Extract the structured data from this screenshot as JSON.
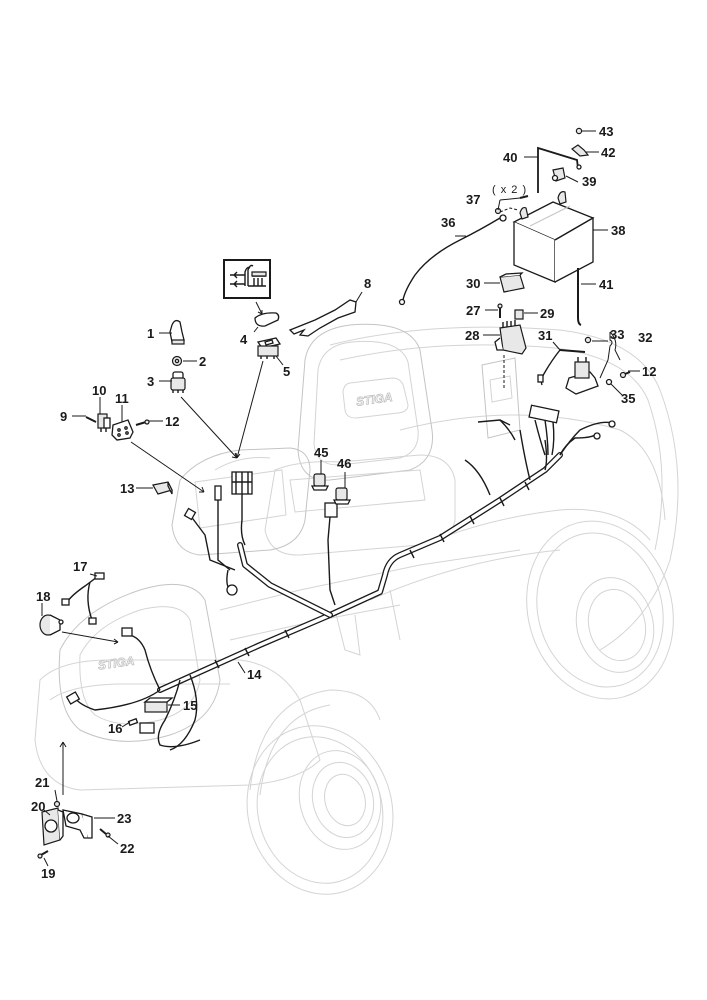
{
  "diagram": {
    "title": "Electrical system exploded view",
    "brand_mark": "STIGA",
    "colors": {
      "ink": "#1a1a1a",
      "outline": "#d4d4d4",
      "background": "#ffffff"
    },
    "quantity_note": "( x 2 )",
    "callouts": [
      {
        "id": "1",
        "label": "1",
        "part": "ignition-switch"
      },
      {
        "id": "2",
        "label": "2",
        "part": "nut"
      },
      {
        "id": "3",
        "label": "3",
        "part": "switch"
      },
      {
        "id": "4",
        "label": "4",
        "part": "switch-cover"
      },
      {
        "id": "5",
        "label": "5",
        "part": "rocker-switch"
      },
      {
        "id": "8",
        "label": "8",
        "part": "key"
      },
      {
        "id": "9",
        "label": "9",
        "part": "screw"
      },
      {
        "id": "10",
        "label": "10",
        "part": "micro-switch"
      },
      {
        "id": "11",
        "label": "11",
        "part": "bracket"
      },
      {
        "id": "12a",
        "label": "12",
        "part": "screw"
      },
      {
        "id": "12b",
        "label": "12",
        "part": "screw"
      },
      {
        "id": "13",
        "label": "13",
        "part": "connector"
      },
      {
        "id": "14",
        "label": "14",
        "part": "wiring-harness"
      },
      {
        "id": "15",
        "label": "15",
        "part": "relay"
      },
      {
        "id": "16",
        "label": "16",
        "part": "fuse"
      },
      {
        "id": "17",
        "label": "17",
        "part": "headlight-cable"
      },
      {
        "id": "18",
        "label": "18",
        "part": "headlight"
      },
      {
        "id": "19",
        "label": "19",
        "part": "screw"
      },
      {
        "id": "20",
        "label": "20",
        "part": "socket"
      },
      {
        "id": "21",
        "label": "21",
        "part": "nut"
      },
      {
        "id": "22",
        "label": "22",
        "part": "screw"
      },
      {
        "id": "23",
        "label": "23",
        "part": "bracket"
      },
      {
        "id": "27",
        "label": "27",
        "part": "screw"
      },
      {
        "id": "28",
        "label": "28",
        "part": "fuse-holder"
      },
      {
        "id": "29",
        "label": "29",
        "part": "fuse"
      },
      {
        "id": "30",
        "label": "30",
        "part": "cover"
      },
      {
        "id": "31",
        "label": "31",
        "part": "cable"
      },
      {
        "id": "32",
        "label": "32",
        "part": "solenoid-kit"
      },
      {
        "id": "33",
        "label": "33",
        "part": "nut"
      },
      {
        "id": "35",
        "label": "35",
        "part": "screw"
      },
      {
        "id": "36",
        "label": "36",
        "part": "negative-cable"
      },
      {
        "id": "37",
        "label": "37",
        "part": "battery-bolt"
      },
      {
        "id": "38",
        "label": "38",
        "part": "battery"
      },
      {
        "id": "39",
        "label": "39",
        "part": "terminal-cap"
      },
      {
        "id": "40",
        "label": "40",
        "part": "battery-strap"
      },
      {
        "id": "41",
        "label": "41",
        "part": "rod"
      },
      {
        "id": "42",
        "label": "42",
        "part": "wing-nut"
      },
      {
        "id": "43",
        "label": "43",
        "part": "washer"
      },
      {
        "id": "45",
        "label": "45",
        "part": "seat-switch"
      },
      {
        "id": "46",
        "label": "46",
        "part": "seat-switch"
      }
    ]
  }
}
